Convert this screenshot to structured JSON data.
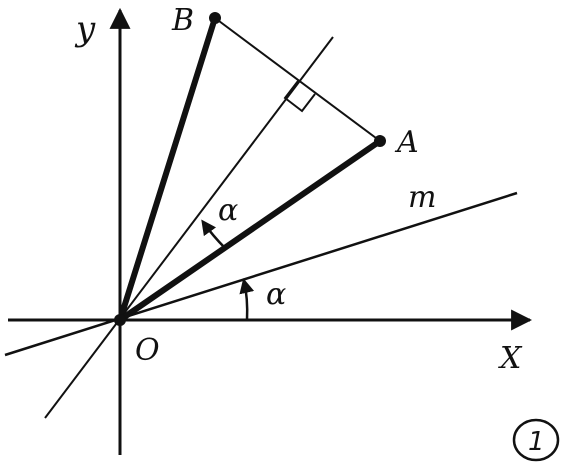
{
  "diagram": {
    "axis_x_label": "X",
    "axis_y_label": "y",
    "origin_label": "O",
    "point_a_label": "A",
    "point_b_label": "B",
    "line_m_label": "m",
    "angle_label_1": "α",
    "angle_label_2": "α",
    "figure_number": "1",
    "ink_color": "#111111",
    "paper_color": "#ffffff"
  }
}
